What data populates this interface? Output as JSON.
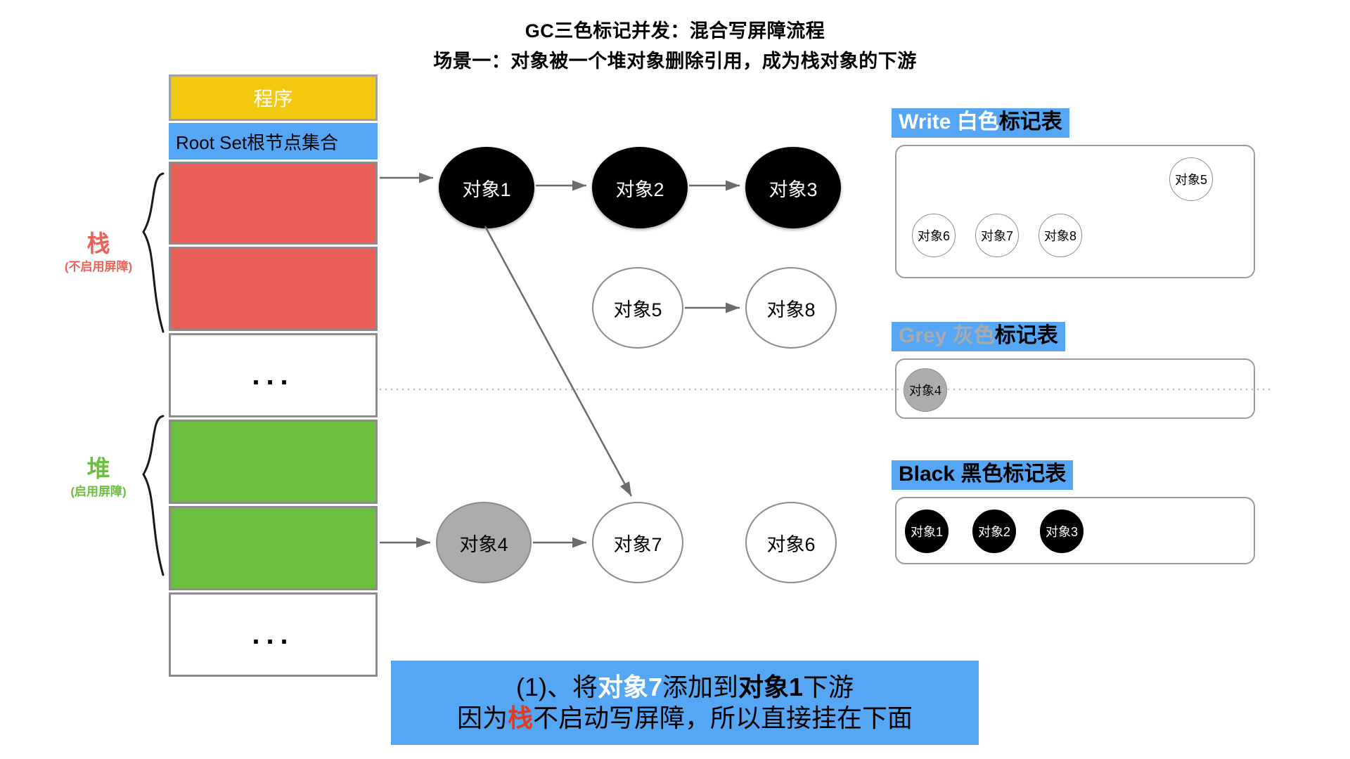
{
  "titles": {
    "line1": "GC三色标记并发：混合写屏障流程",
    "line2": "场景一：对象被一个堆对象删除引用，成为栈对象的下游"
  },
  "memory": {
    "program_label": "程序",
    "rootset_label": "Root Set根节点集合",
    "ellipsis": "...",
    "segments": [
      {
        "name": "stack-slot-1",
        "color": "#ea5f57"
      },
      {
        "name": "stack-slot-2",
        "color": "#ea5f57"
      },
      {
        "name": "stack-free",
        "color": "#ffffff"
      },
      {
        "name": "heap-slot-1",
        "color": "#6cbe3f"
      },
      {
        "name": "heap-slot-2",
        "color": "#6cbe3f"
      },
      {
        "name": "heap-free",
        "color": "#ffffff"
      }
    ]
  },
  "regions": {
    "stack": {
      "title": "栈",
      "subtitle": "(不启用屏障)",
      "color": "#e8645a"
    },
    "heap": {
      "title": "堆",
      "subtitle": "(启用屏障)",
      "color": "#6cbe3f"
    }
  },
  "graph": {
    "nodes": [
      {
        "id": "obj1",
        "label": "对象1",
        "color": "black"
      },
      {
        "id": "obj2",
        "label": "对象2",
        "color": "black"
      },
      {
        "id": "obj3",
        "label": "对象3",
        "color": "black"
      },
      {
        "id": "obj5",
        "label": "对象5",
        "color": "white"
      },
      {
        "id": "obj8",
        "label": "对象8",
        "color": "white"
      },
      {
        "id": "obj4",
        "label": "对象4",
        "color": "grey"
      },
      {
        "id": "obj7",
        "label": "对象7",
        "color": "white"
      },
      {
        "id": "obj6",
        "label": "对象6",
        "color": "white"
      }
    ],
    "edges": [
      {
        "from": "rootset-stack",
        "to": "obj1"
      },
      {
        "from": "obj1",
        "to": "obj2"
      },
      {
        "from": "obj2",
        "to": "obj3"
      },
      {
        "from": "obj5",
        "to": "obj8"
      },
      {
        "from": "rootset-heap",
        "to": "obj4"
      },
      {
        "from": "obj4",
        "to": "obj7"
      },
      {
        "from": "obj1",
        "to": "obj7"
      }
    ]
  },
  "tables": {
    "white": {
      "header": {
        "en": "Write",
        "cn_color": "白色",
        "rest": "标记表"
      },
      "items": [
        {
          "label": "对象5",
          "color": "white"
        },
        {
          "label": "对象6",
          "color": "white"
        },
        {
          "label": "对象7",
          "color": "white"
        },
        {
          "label": "对象8",
          "color": "white"
        }
      ]
    },
    "grey": {
      "header": {
        "en": "Grey",
        "cn_color": "灰色",
        "rest": "标记表"
      },
      "items": [
        {
          "label": "对象4",
          "color": "grey"
        }
      ]
    },
    "black": {
      "header": {
        "en": "Black",
        "cn_color": "黑色",
        "rest": "标记表"
      },
      "items": [
        {
          "label": "对象1",
          "color": "black"
        },
        {
          "label": "对象2",
          "color": "black"
        },
        {
          "label": "对象3",
          "color": "black"
        }
      ]
    }
  },
  "caption": {
    "line1_a": "(1)、将",
    "line1_b": "对象7",
    "line1_c": "添加到",
    "line1_d": "对象1",
    "line1_e": "下游",
    "line2_a": "因为",
    "line2_b": "栈",
    "line2_c": "不启动写屏障，所以直接挂在下面"
  },
  "colors": {
    "accent_blue": "#55a7f5",
    "program_yellow": "#f2c811",
    "stack_red": "#ea5f57",
    "heap_green": "#6cbe3f",
    "grey_node": "#acacac",
    "caption_red": "#e03a1e"
  }
}
